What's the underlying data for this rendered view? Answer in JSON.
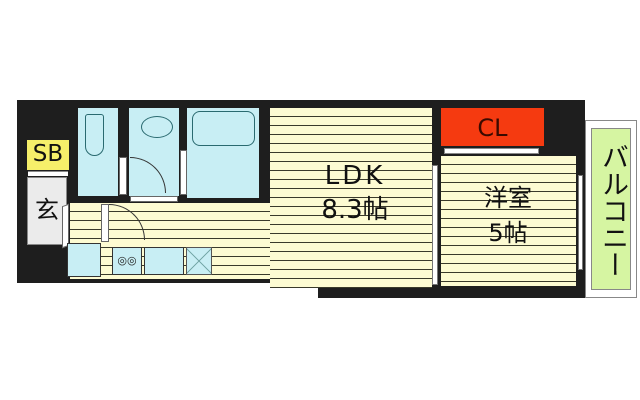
{
  "floor_plan": {
    "rooms": {
      "ldk": {
        "name": "LDK",
        "size": "8.3帖"
      },
      "bedroom": {
        "name": "洋室",
        "size": "5帖"
      },
      "closet": {
        "label": "CL"
      },
      "shoe_box": {
        "label": "SB"
      },
      "entrance": {
        "label": "玄"
      },
      "balcony": {
        "label": "バルコニー"
      }
    },
    "fixtures": [
      "toilet",
      "washbasin",
      "bathtub",
      "washing-machine-space",
      "stove",
      "sink",
      "refrigerator-space"
    ],
    "colors": {
      "wall": "#1e1e1e",
      "floor": "#fdfbd2",
      "wet_area": "#c8eef4",
      "closet": "#f53a10",
      "shoe_box": "#f6ef6a",
      "balcony": "#d6f5a2",
      "entrance": "#ebebeb"
    }
  }
}
